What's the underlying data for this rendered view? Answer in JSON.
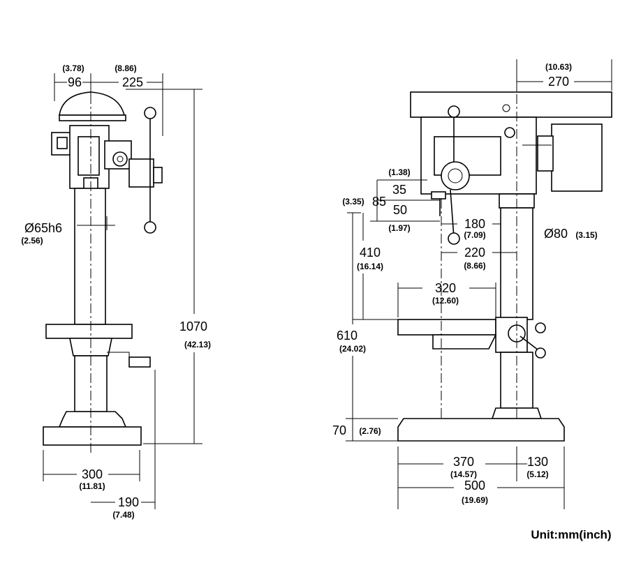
{
  "left_view": {
    "head_offset": {
      "mm": "96",
      "inch": "(3.78)"
    },
    "head_reach": {
      "mm": "225",
      "inch": "(8.86)"
    },
    "spindle_diameter": {
      "mm": "Ø65h6",
      "inch": "(2.56)"
    },
    "total_height": {
      "mm": "1070",
      "inch": "(42.13)"
    },
    "base_width": {
      "mm": "300",
      "inch": "(11.81)"
    },
    "handle_offset": {
      "mm": "190",
      "inch": "(7.48)"
    }
  },
  "right_view": {
    "head_depth": {
      "mm": "270",
      "inch": "(10.63)"
    },
    "quill_a": {
      "mm": "35",
      "inch": "(1.38)"
    },
    "quill_total": {
      "mm": "85",
      "inch": "(3.35)"
    },
    "quill_b": {
      "mm": "50",
      "inch": "(1.97)"
    },
    "throat": {
      "mm": "180",
      "inch": "(7.09)"
    },
    "column_diameter": {
      "mm": "Ø80",
      "inch": "(3.15)"
    },
    "spindle_to_column": {
      "mm": "220",
      "inch": "(8.66)"
    },
    "spindle_to_table": {
      "mm": "410",
      "inch": "(16.14)"
    },
    "table_width": {
      "mm": "320",
      "inch": "(12.60)"
    },
    "spindle_to_base": {
      "mm": "610",
      "inch": "(24.02)"
    },
    "base_height": {
      "mm": "70",
      "inch": "(2.76)"
    },
    "base_front": {
      "mm": "370",
      "inch": "(14.57)"
    },
    "base_rear": {
      "mm": "130",
      "inch": "(5.12)"
    },
    "base_length": {
      "mm": "500",
      "inch": "(19.69)"
    }
  },
  "unit_label": "Unit:mm(inch)"
}
